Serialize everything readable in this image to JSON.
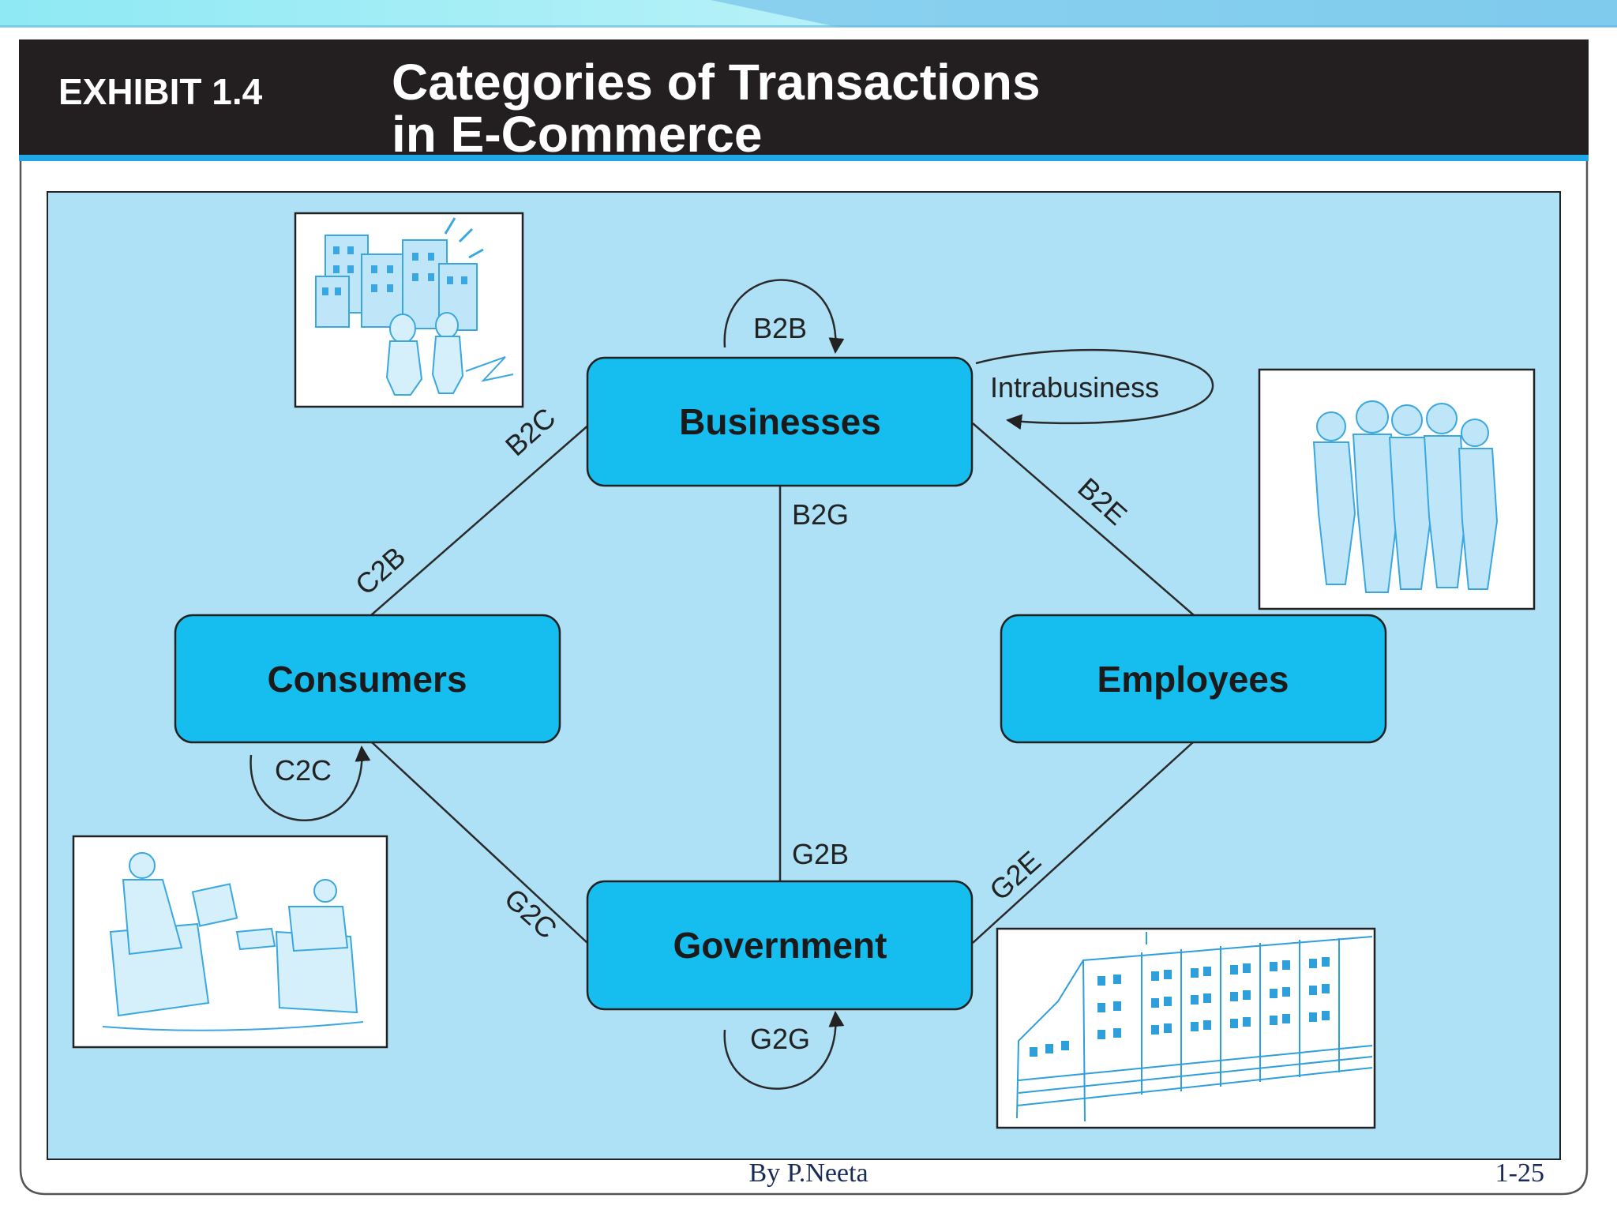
{
  "exhibit": {
    "label": "EXHIBIT 1.4",
    "title_line1": "Categories of Transactions",
    "title_line2": "in E-Commerce"
  },
  "nodes": {
    "businesses": "Businesses",
    "consumers": "Consumers",
    "employees": "Employees",
    "government": "Government"
  },
  "edges": {
    "b2b": "B2B",
    "intrabusiness": "Intrabusiness",
    "b2c": "B2C",
    "c2b": "C2B",
    "b2e": "B2E",
    "b2g": "B2G",
    "g2b": "G2B",
    "c2c": "C2C",
    "g2c": "G2C",
    "g2e": "G2E",
    "g2g": "G2G"
  },
  "illustrations": {
    "city": "city-buildings-illustration",
    "people": "people-group-illustration",
    "consumers": "consumers-meeting-illustration",
    "government": "government-building-illustration"
  },
  "footer": {
    "author": "By P.Neeta",
    "page": "1-25"
  },
  "colors": {
    "panel": "#aee0f6",
    "node_fill": "#16bdef",
    "header_bg": "#231f20",
    "accent": "#1fa7e6"
  }
}
